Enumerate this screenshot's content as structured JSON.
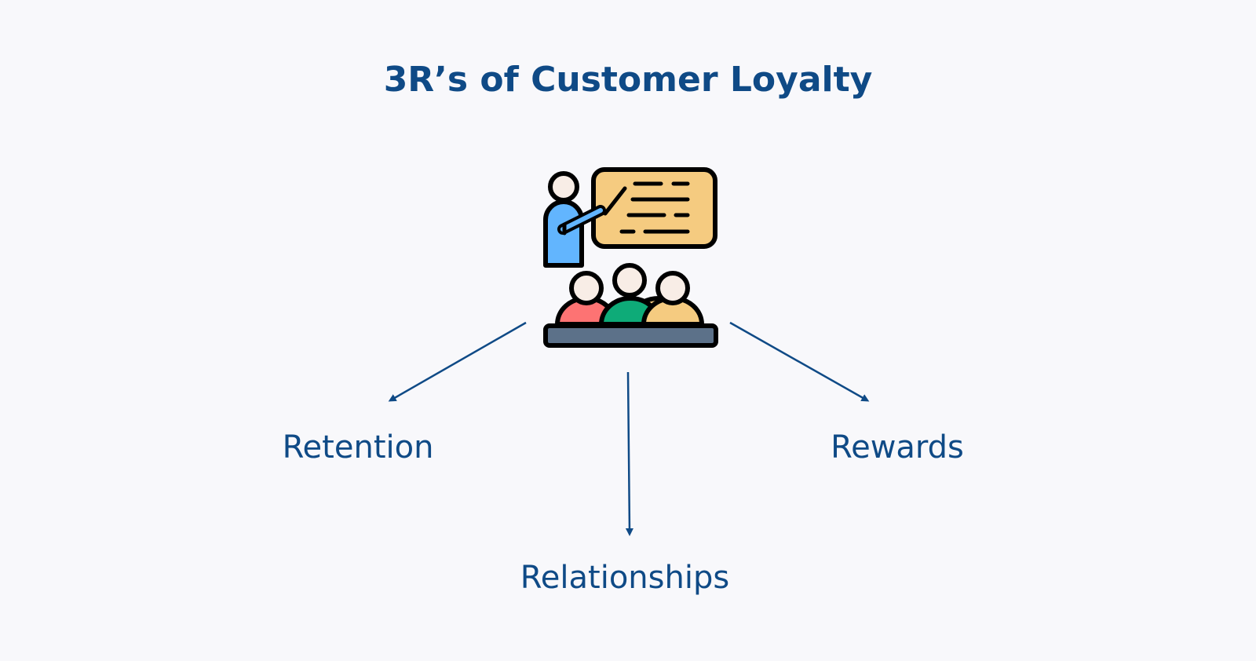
{
  "title": "3R’s of Customer Loyalty",
  "items": [
    "Retention",
    "Relationships",
    "Rewards"
  ],
  "colors": {
    "text": "#0f4a86",
    "board": "#f5cb80",
    "teacher": "#62b5fe",
    "person1": "#fd7373",
    "person2": "#0eab78",
    "person3": "#f5cb80",
    "table": "#5c7189",
    "skin": "#f8ede6"
  }
}
